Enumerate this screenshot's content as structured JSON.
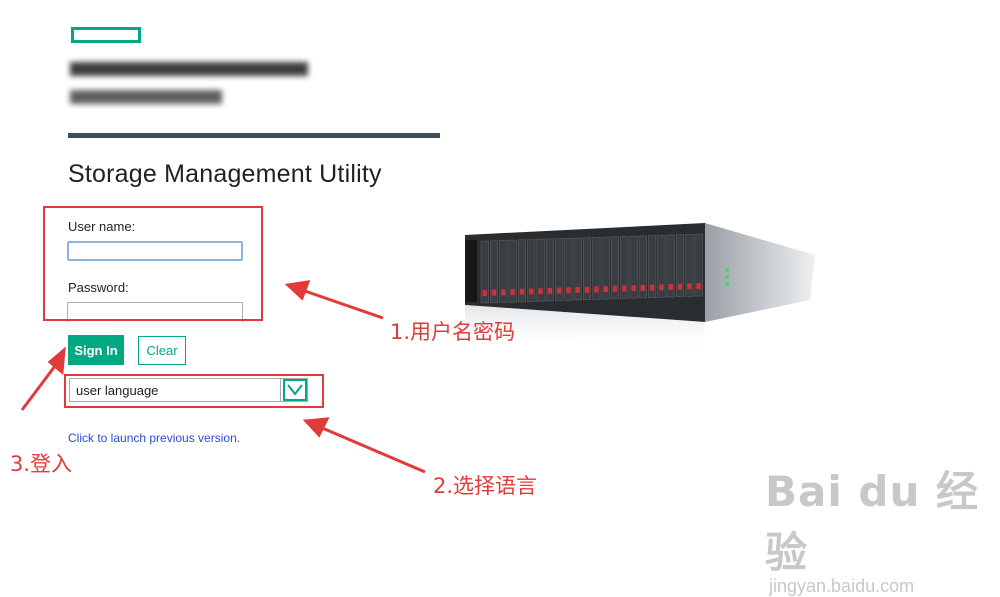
{
  "login": {
    "title": "Storage Management Utility",
    "user_label": "User name:",
    "password_label": "Password:",
    "user_value": "",
    "password_value": "",
    "signin_label": "Sign In",
    "clear_label": "Clear",
    "language_selected": "user language",
    "previous_link": "Click to launch previous version."
  },
  "annotations": {
    "a1": "1.用户名密码",
    "a2": "2.选择语言",
    "a3": "3.登入"
  },
  "watermark": {
    "logo": "Bai du 经验",
    "url": "jingyan.baidu.com"
  },
  "icons": {
    "logo": "hpe-logo",
    "chevron": "chevron-down-icon",
    "server": "storage-array-image"
  },
  "colors": {
    "accent": "#01a982",
    "annotation": "#e03a3a",
    "link": "#2a4bd7",
    "divider": "#3d4d5c"
  }
}
